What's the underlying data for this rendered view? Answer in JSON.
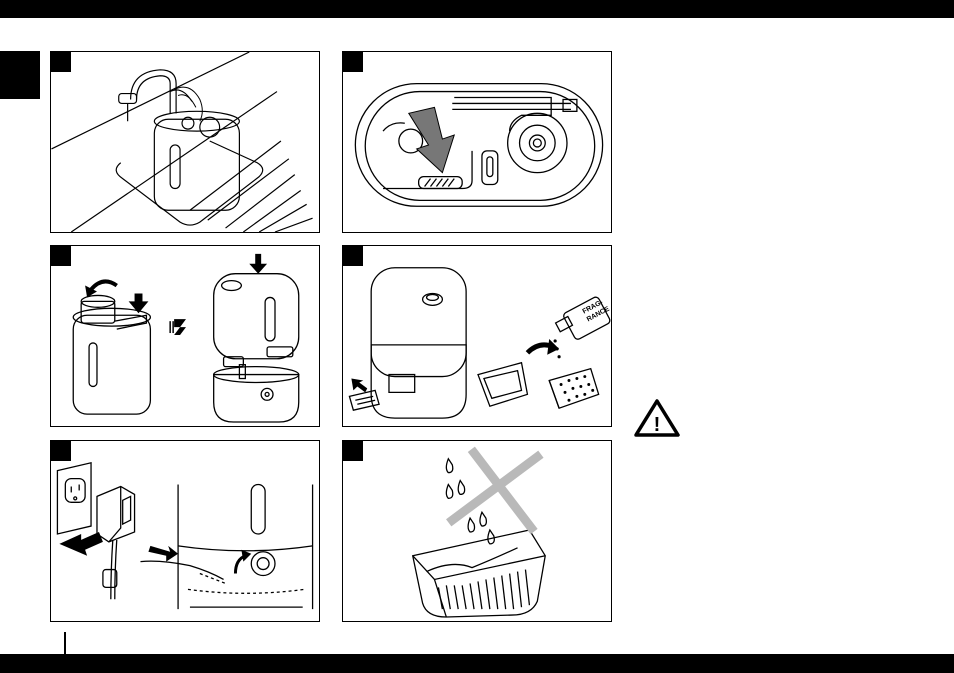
{
  "page": {
    "page_number": "",
    "section_tab": ""
  },
  "panels": [
    {
      "id": "fill-at-tap",
      "number": "",
      "icon": "faucet-tank-illustration"
    },
    {
      "id": "base-top-view",
      "number": "",
      "icon": "base-top-view-illustration"
    },
    {
      "id": "assemble-tank",
      "number": "",
      "icon": "tank-assembly-illustration"
    },
    {
      "id": "insert-cartridge",
      "number": "",
      "icon": "cartridge-fragrance-illustration"
    },
    {
      "id": "plug-in-power",
      "number": "",
      "icon": "power-adapter-illustration"
    },
    {
      "id": "no-water-in-tray",
      "number": "",
      "icon": "tray-no-water-illustration"
    }
  ],
  "fragrance_label": {
    "line1": "FRAG-",
    "line2": "RANCE"
  },
  "warning": {
    "icon": "warning-triangle-icon",
    "symbol": "!"
  },
  "colors": {
    "ink": "#000000",
    "paper": "#ffffff",
    "gray": "#777777",
    "cross": "#b9b9b9"
  }
}
